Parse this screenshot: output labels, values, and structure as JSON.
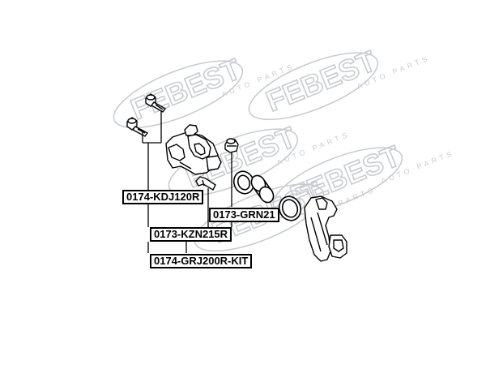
{
  "watermark": {
    "brand": "FEBEST",
    "sub": "AUTO PARTS"
  },
  "labels": {
    "guide_pin_kit": "0174-KDJ120R",
    "piston_seal_kit": "0173-GRN21",
    "repair_kit": "0173-KZN215R",
    "full_kit": "0174-GRJ200R-KIT"
  },
  "colors": {
    "line": "#000000",
    "watermark": "#c8ccd2",
    "background": "#ffffff"
  }
}
